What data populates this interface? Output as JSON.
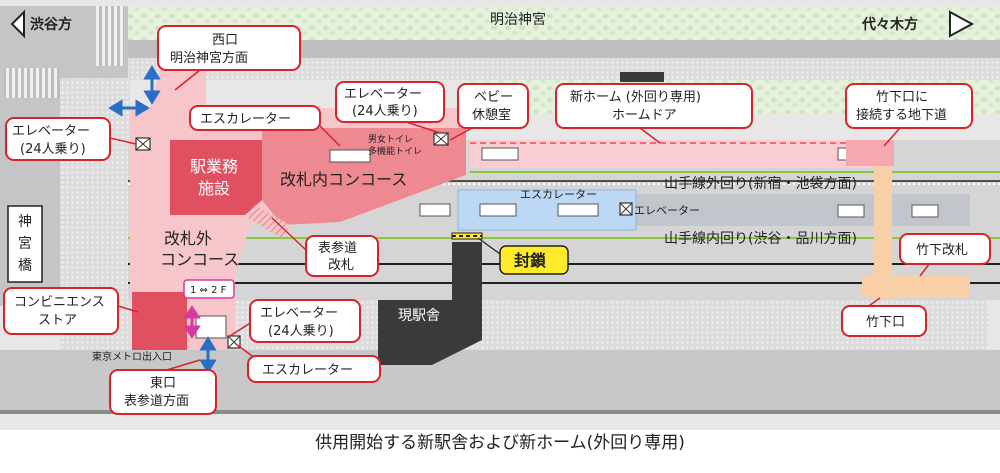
{
  "directions": {
    "left": "渋谷方",
    "right": "代々木方"
  },
  "places": {
    "meiji_jingu": "明治神宮",
    "jingu_bashi": "神宮橋",
    "genekisha": "現駅舎"
  },
  "areas": {
    "station_office": [
      "駅業務",
      "施設"
    ],
    "inner_concourse": "改札内コンコース",
    "outer_concourse": [
      "改札外",
      "コンコース"
    ],
    "toilet": [
      "男女トイレ",
      "多機能トイレ"
    ],
    "floor_switch": "1 ⇔ 2 F",
    "metro_entrance": "東京メトロ出入口"
  },
  "lines": {
    "outer": "山手線外回り(新宿・池袋方面)",
    "inner": "山手線内回り(渋谷・品川方面)",
    "elevator_label": "エレベーター"
  },
  "callouts": {
    "west_exit": [
      "西口",
      "明治神宮方面"
    ],
    "elevator_left": [
      "エレベーター",
      "(24人乗り)"
    ],
    "escalator_top": "エスカレーター",
    "elevator_top": [
      "エレベーター",
      "(24人乗り)"
    ],
    "baby_room": [
      "ベビー",
      "休憩室"
    ],
    "new_home": [
      "新ホーム (外回り専用)",
      "ホームドア"
    ],
    "takeshita_underpass": [
      "竹下口に",
      "接続する地下道"
    ],
    "omotesando_gate": [
      "表参道",
      "改札"
    ],
    "closed": "封鎖",
    "takeshita_gate": "竹下改札",
    "convenience_store": [
      "コンビニエンス",
      "ストア"
    ],
    "elevator_bottom": [
      "エレベーター",
      "(24人乗り)"
    ],
    "takeshita_exit": "竹下口",
    "east_exit": [
      "東口",
      "表参道方面"
    ],
    "escalator_bottom": "エスカレーター"
  },
  "caption": "供用開始する新駅舎および新ホーム(外回り専用)",
  "colors": {
    "concourse_pink": "#f6c6cb",
    "inner_concourse": "#ee8891",
    "station_office": "#e05060",
    "new_home": "#f9cdd2",
    "escalator_blue": "#bcd8f5",
    "callout_border": "#d8232a",
    "closed_yellow": "#ffeb2a",
    "green_area": "#e3f0d9",
    "takeshita_orange": "#f8cfa6"
  }
}
